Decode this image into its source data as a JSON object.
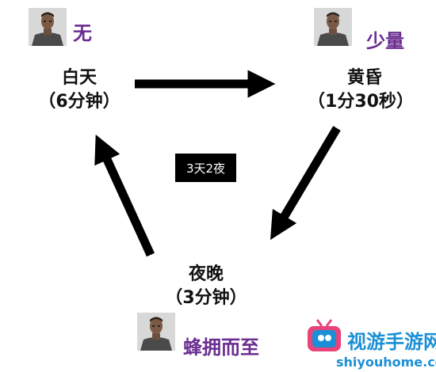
{
  "nodes": {
    "day": {
      "title": "白天",
      "duration": "（6分钟）",
      "zombie_amount": "无"
    },
    "dusk": {
      "title": "黄昏",
      "duration": "（1分30秒）",
      "zombie_amount": "少量"
    },
    "night": {
      "title": "夜晚",
      "duration": "（3分钟）",
      "zombie_amount": "蜂拥而至"
    }
  },
  "cycle_label": "3天2夜",
  "watermark": {
    "name": "视游手游网",
    "url": "shiyouhome.com"
  },
  "colors": {
    "amount_text": "#6a2d91",
    "arrow": "#000000",
    "watermark_blue": "#1a8fd6",
    "watermark_pink": "#e8437b"
  },
  "icons": {
    "portrait": "zombie-portrait-icon",
    "tv_logo": "tv-logo-icon"
  }
}
